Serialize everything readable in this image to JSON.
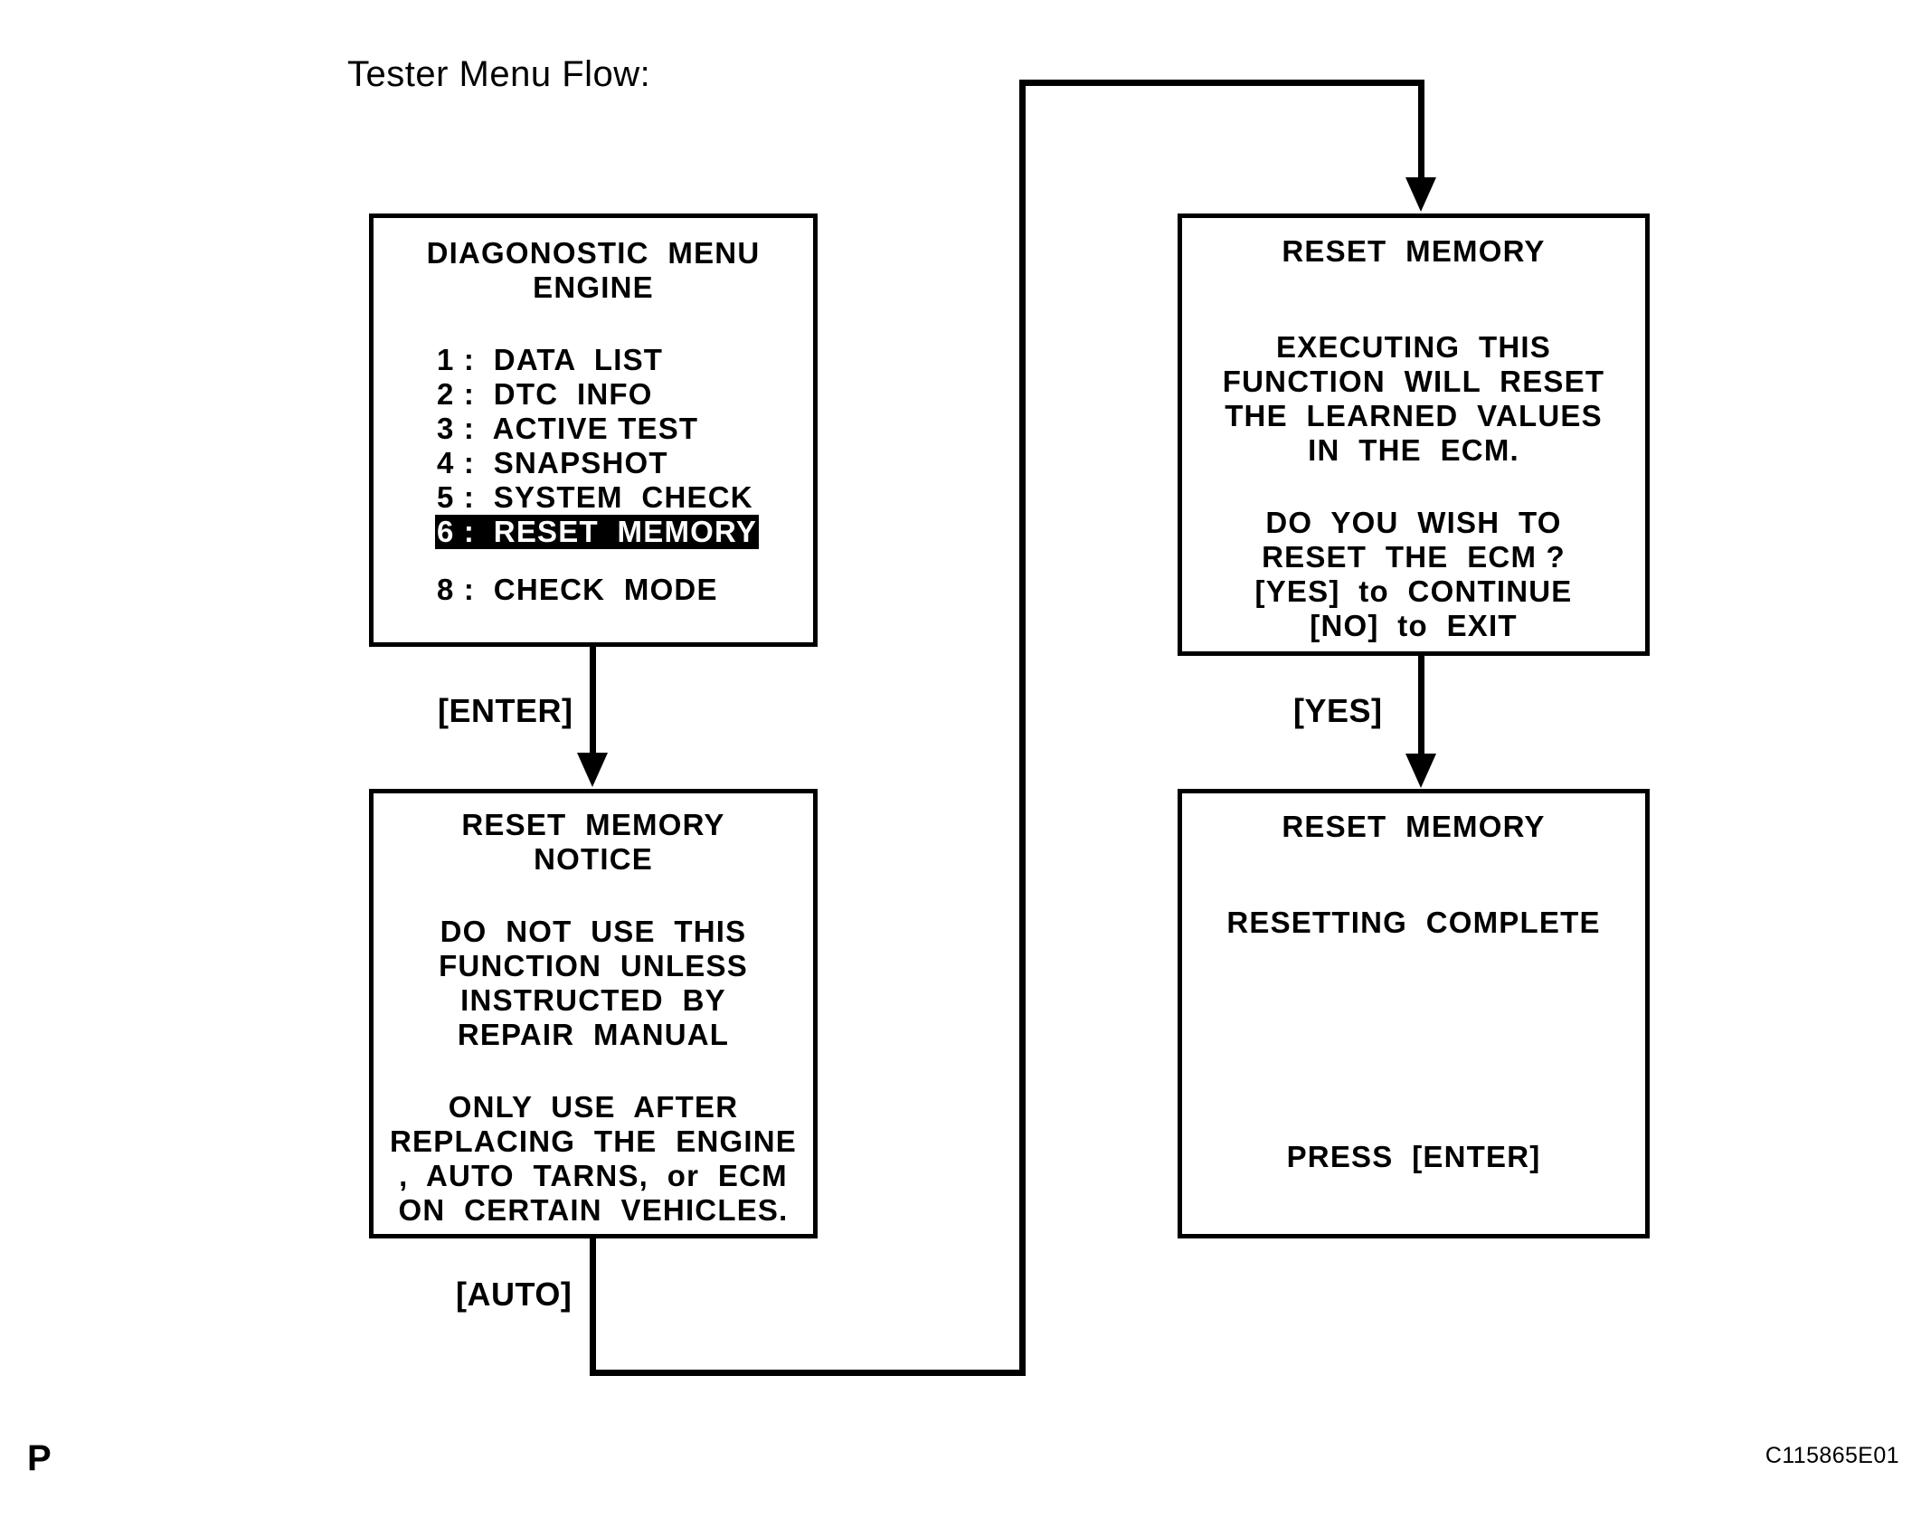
{
  "diagram": {
    "title": "Tester Menu Flow:",
    "page_marker": "P",
    "figure_code": "C115865E01"
  },
  "boxes": {
    "diagnostic_menu": {
      "header_line1": "DIAGONOSTIC  MENU",
      "header_line2": "ENGINE",
      "items": [
        {
          "number": "1",
          "label": "DATA  LIST",
          "text": "1 :  DATA  LIST",
          "selected": false
        },
        {
          "number": "2",
          "label": "DTC  INFO",
          "text": "2 :  DTC  INFO",
          "selected": false
        },
        {
          "number": "3",
          "label": "ACTIVE TEST",
          "text": "3 :  ACTIVE TEST",
          "selected": false
        },
        {
          "number": "4",
          "label": "SNAPSHOT",
          "text": "4 :  SNAPSHOT",
          "selected": false
        },
        {
          "number": "5",
          "label": "SYSTEM  CHECK",
          "text": "5 :  SYSTEM  CHECK",
          "selected": false
        },
        {
          "number": "6",
          "label": "RESET  MEMORY",
          "text": "6 :  RESET  MEMORY",
          "selected": true
        }
      ],
      "trailing_items": [
        {
          "number": "8",
          "label": "CHECK  MODE",
          "text": "8 :  CHECK  MODE",
          "selected": false
        }
      ],
      "selected_color": "#000000",
      "selected_text_color": "#ffffff"
    },
    "reset_notice": {
      "header_line1": "RESET  MEMORY",
      "header_line2": "NOTICE",
      "paragraph1": [
        "DO  NOT  USE  THIS",
        "FUNCTION  UNLESS",
        "INSTRUCTED  BY",
        "REPAIR  MANUAL"
      ],
      "paragraph2": [
        "ONLY  USE  AFTER",
        "REPLACING  THE  ENGINE",
        ",  AUTO  TARNS,  or  ECM",
        "ON  CERTAIN  VEHICLES."
      ]
    },
    "reset_confirm": {
      "header": "RESET  MEMORY",
      "paragraph1": [
        "EXECUTING  THIS",
        "FUNCTION  WILL  RESET",
        "THE  LEARNED  VALUES",
        "IN  THE  ECM."
      ],
      "paragraph2": [
        "DO  YOU  WISH  TO",
        "RESET  THE  ECM ?",
        "[YES]  to  CONTINUE",
        "[NO]  to  EXIT"
      ]
    },
    "reset_complete": {
      "header": "RESET  MEMORY",
      "status": "RESETTING  COMPLETE",
      "prompt": "PRESS  [ENTER]"
    }
  },
  "edges": [
    {
      "id": "enter",
      "label": "[ENTER]",
      "from": "diagnostic_menu",
      "to": "reset_notice"
    },
    {
      "id": "auto",
      "label": "[AUTO]",
      "from": "reset_notice",
      "to": "reset_confirm"
    },
    {
      "id": "yes",
      "label": "[YES]",
      "from": "reset_confirm",
      "to": "reset_complete"
    }
  ]
}
